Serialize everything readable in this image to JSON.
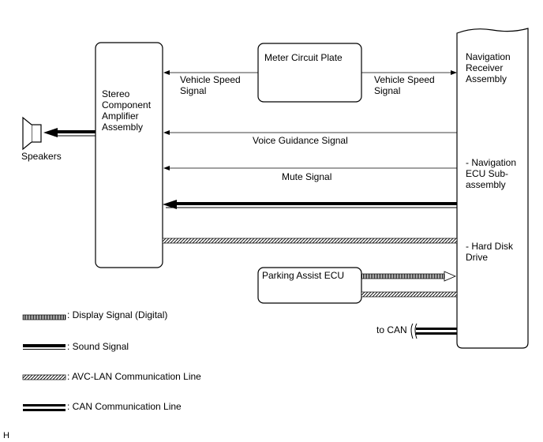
{
  "boxes": {
    "amplifier": "Stereo\nComponent\nAmplifier\nAssembly",
    "meter": "Meter Circuit Plate",
    "navigation": "Navigation\nReceiver\nAssembly",
    "parking": "Parking Assist ECU"
  },
  "signals": {
    "speed_left": "Vehicle Speed\nSignal",
    "speed_right": "Vehicle Speed\nSignal",
    "voice": "Voice Guidance Signal",
    "mute": "Mute Signal"
  },
  "nav_parts": {
    "ecu": "- Navigation\nECU Sub-\nassembly",
    "hdd": "- Hard Disk\nDrive"
  },
  "speakers": "Speakers",
  "to_can": "to CAN",
  "legend": [
    {
      "type": "display",
      "label": ": Display Signal (Digital)"
    },
    {
      "type": "sound",
      "label": ": Sound Signal"
    },
    {
      "type": "avc",
      "label": ": AVC-LAN Communication Line"
    },
    {
      "type": "can",
      "label": ": CAN Communication Line"
    }
  ],
  "footer_code": "H"
}
